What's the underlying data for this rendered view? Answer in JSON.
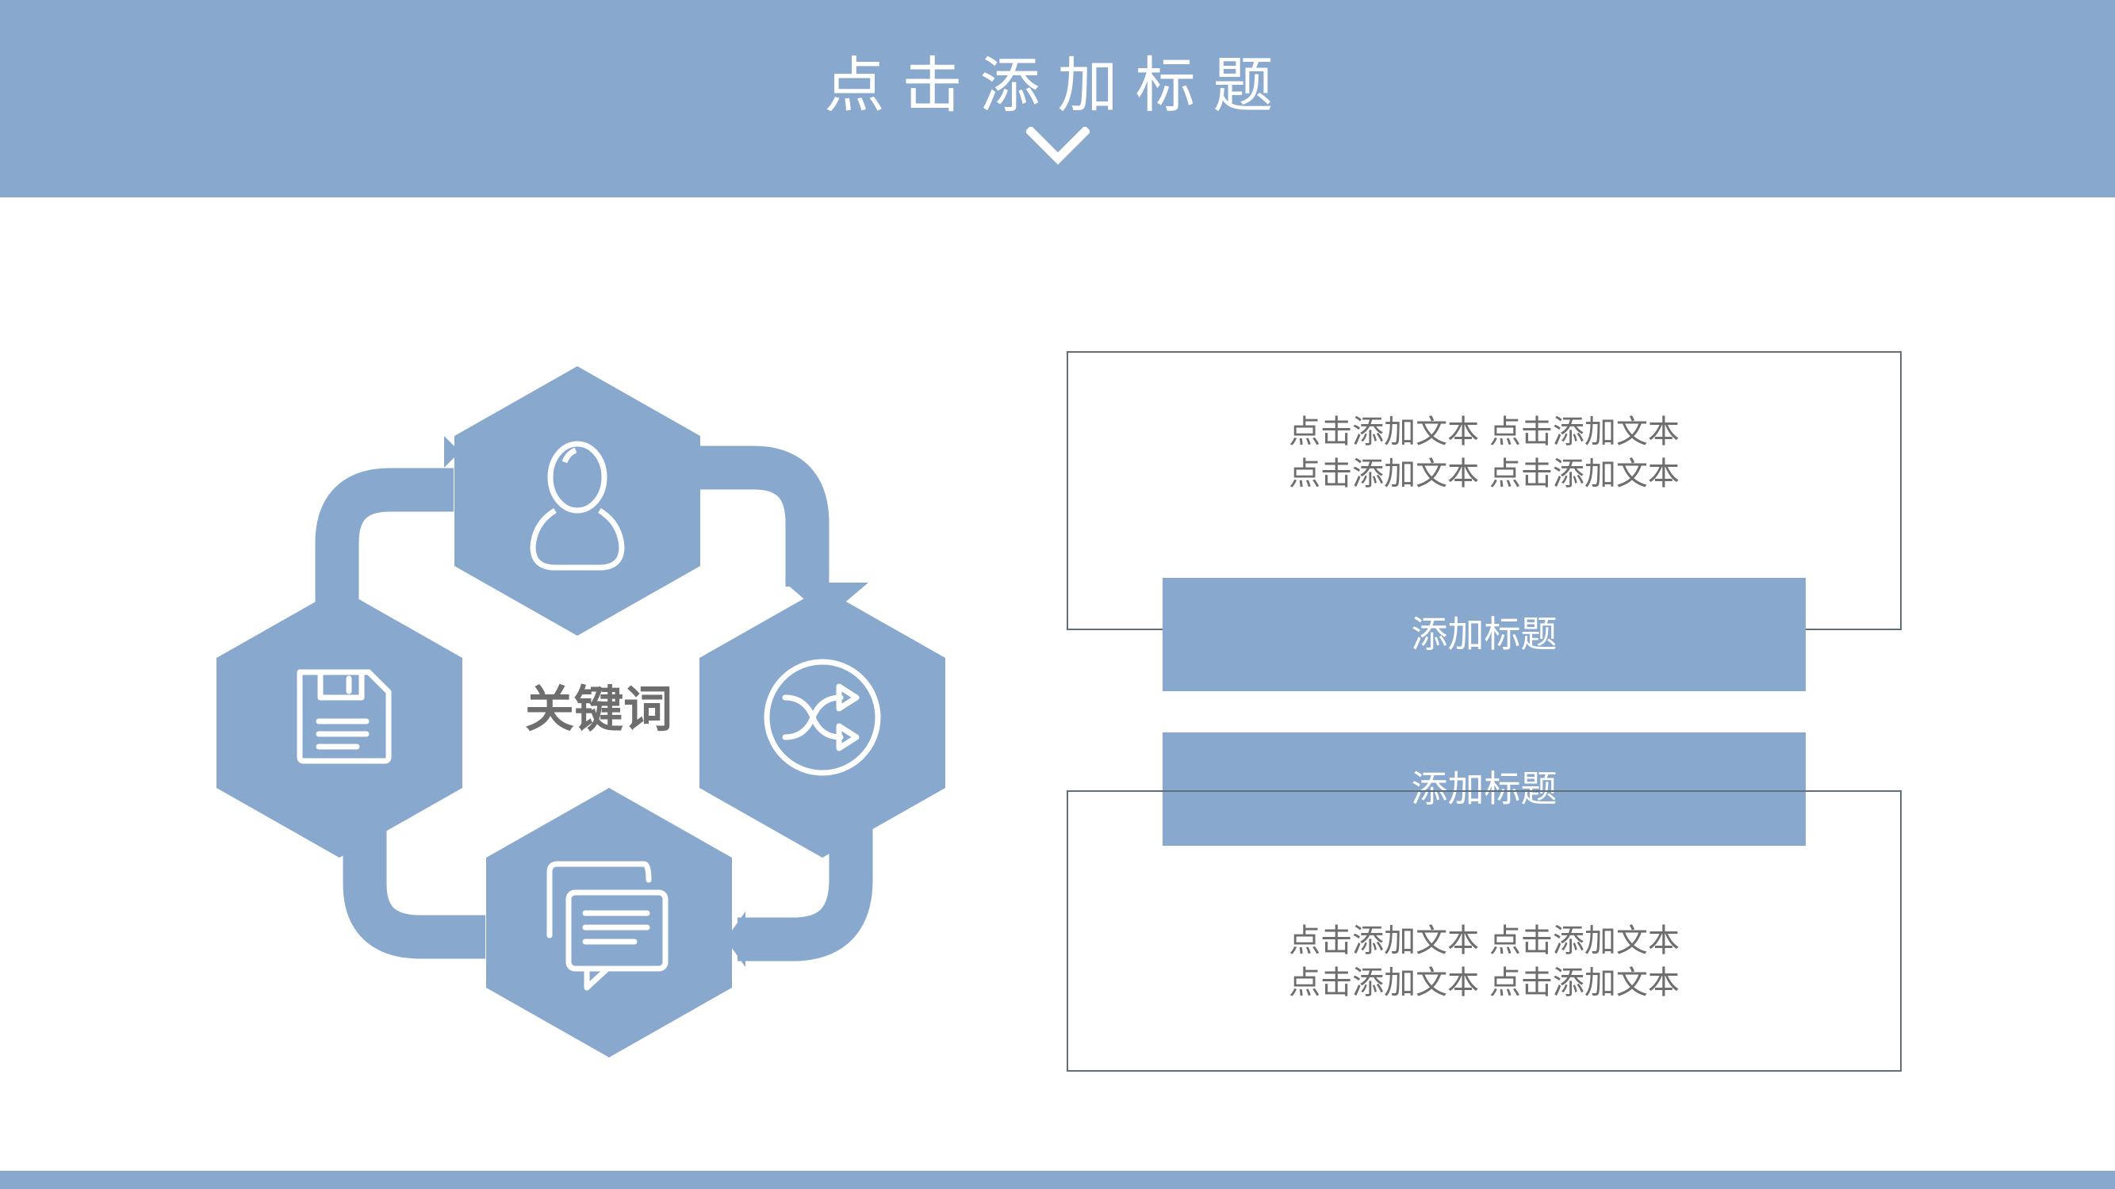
{
  "header": {
    "title": "点击添加标题",
    "chevron_icon": "chevron-down-icon"
  },
  "diagram": {
    "center_keyword": "关键词",
    "nodes": [
      {
        "position": "top",
        "icon": "user-icon"
      },
      {
        "position": "right",
        "icon": "shuffle-icon"
      },
      {
        "position": "bottom",
        "icon": "chat-icon"
      },
      {
        "position": "left",
        "icon": "save-icon"
      }
    ]
  },
  "panels": [
    {
      "label": "添加标题",
      "text_lines": [
        "点击添加文本 点击添加文本",
        "点击添加文本 点击添加文本"
      ]
    },
    {
      "label": "添加标题",
      "text_lines": [
        "点击添加文本 点击添加文本",
        "点击添加文本 点击添加文本"
      ]
    }
  ],
  "colors": {
    "accent": "#88a8cd",
    "text_gray": "#6e6e6e",
    "border": "#5f6f7b",
    "background": "#ffffff"
  }
}
